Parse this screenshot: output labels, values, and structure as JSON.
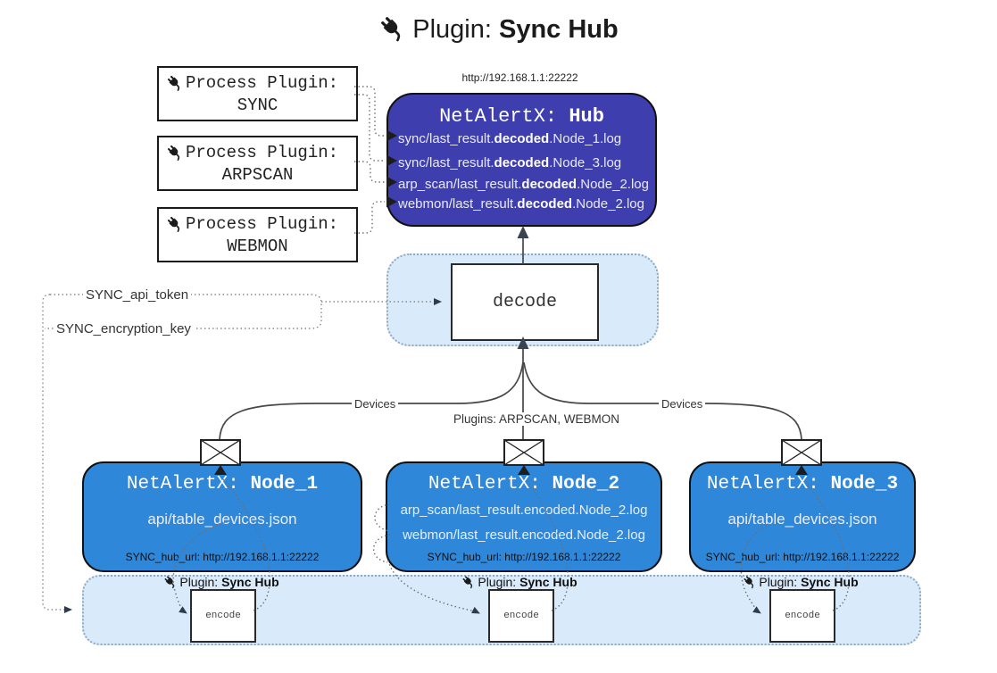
{
  "title": {
    "label": "Plugin:",
    "name": "Sync Hub"
  },
  "hub": {
    "url": "http://192.168.1.1:22222",
    "title_label": "NetAlertX:",
    "title_name": "Hub",
    "lines": [
      {
        "pre": "sync/last_result.",
        "bold": "decoded",
        "post": ".Node_1.log"
      },
      {
        "pre": "sync/last_result.",
        "bold": "decoded",
        "post": ".Node_3.log"
      },
      {
        "pre": "arp_scan/last_result.",
        "bold": "decoded",
        "post": ".Node_2.log"
      },
      {
        "pre": "webmon/last_result.",
        "bold": "decoded",
        "post": ".Node_2.log"
      }
    ]
  },
  "process_plugins": [
    {
      "label": "Process Plugin:",
      "name": "SYNC"
    },
    {
      "label": "Process Plugin:",
      "name": "ARPSCAN"
    },
    {
      "label": "Process Plugin:",
      "name": "WEBMON"
    }
  ],
  "decode_label": "decode",
  "settings": {
    "api_token": "SYNC_api_token",
    "encryption_key": "SYNC_encryption_key"
  },
  "edge_labels": {
    "devices_left": "Devices",
    "devices_right": "Devices",
    "plugins": "Plugins: ARPSCAN, WEBMON"
  },
  "nodes": [
    {
      "title_label": "NetAlertX:",
      "title_name": "Node_1",
      "lines": [
        "api/table_devices.json"
      ],
      "hub_url": "SYNC_hub_url: http://192.168.1.1:22222"
    },
    {
      "title_label": "NetAlertX:",
      "title_name": "Node_2",
      "lines": [
        "arp_scan/last_result.encoded.Node_2.log",
        "webmon/last_result.encoded.Node_2.log"
      ],
      "hub_url": "SYNC_hub_url: http://192.168.1.1:22222"
    },
    {
      "title_label": "NetAlertX:",
      "title_name": "Node_3",
      "lines": [
        "api/table_devices.json"
      ],
      "hub_url": "SYNC_hub_url: http://192.168.1.1:22222"
    }
  ],
  "encode": {
    "box_label": "encode",
    "plugin_label": "Plugin:",
    "plugin_name": "Sync Hub"
  },
  "colors": {
    "hub_fill": "#3e3eae",
    "node_fill": "#2e87d8",
    "panel_fill": "#d9eafb",
    "panel_border": "#8fa9c2",
    "arrow": "#2e3b4d"
  }
}
